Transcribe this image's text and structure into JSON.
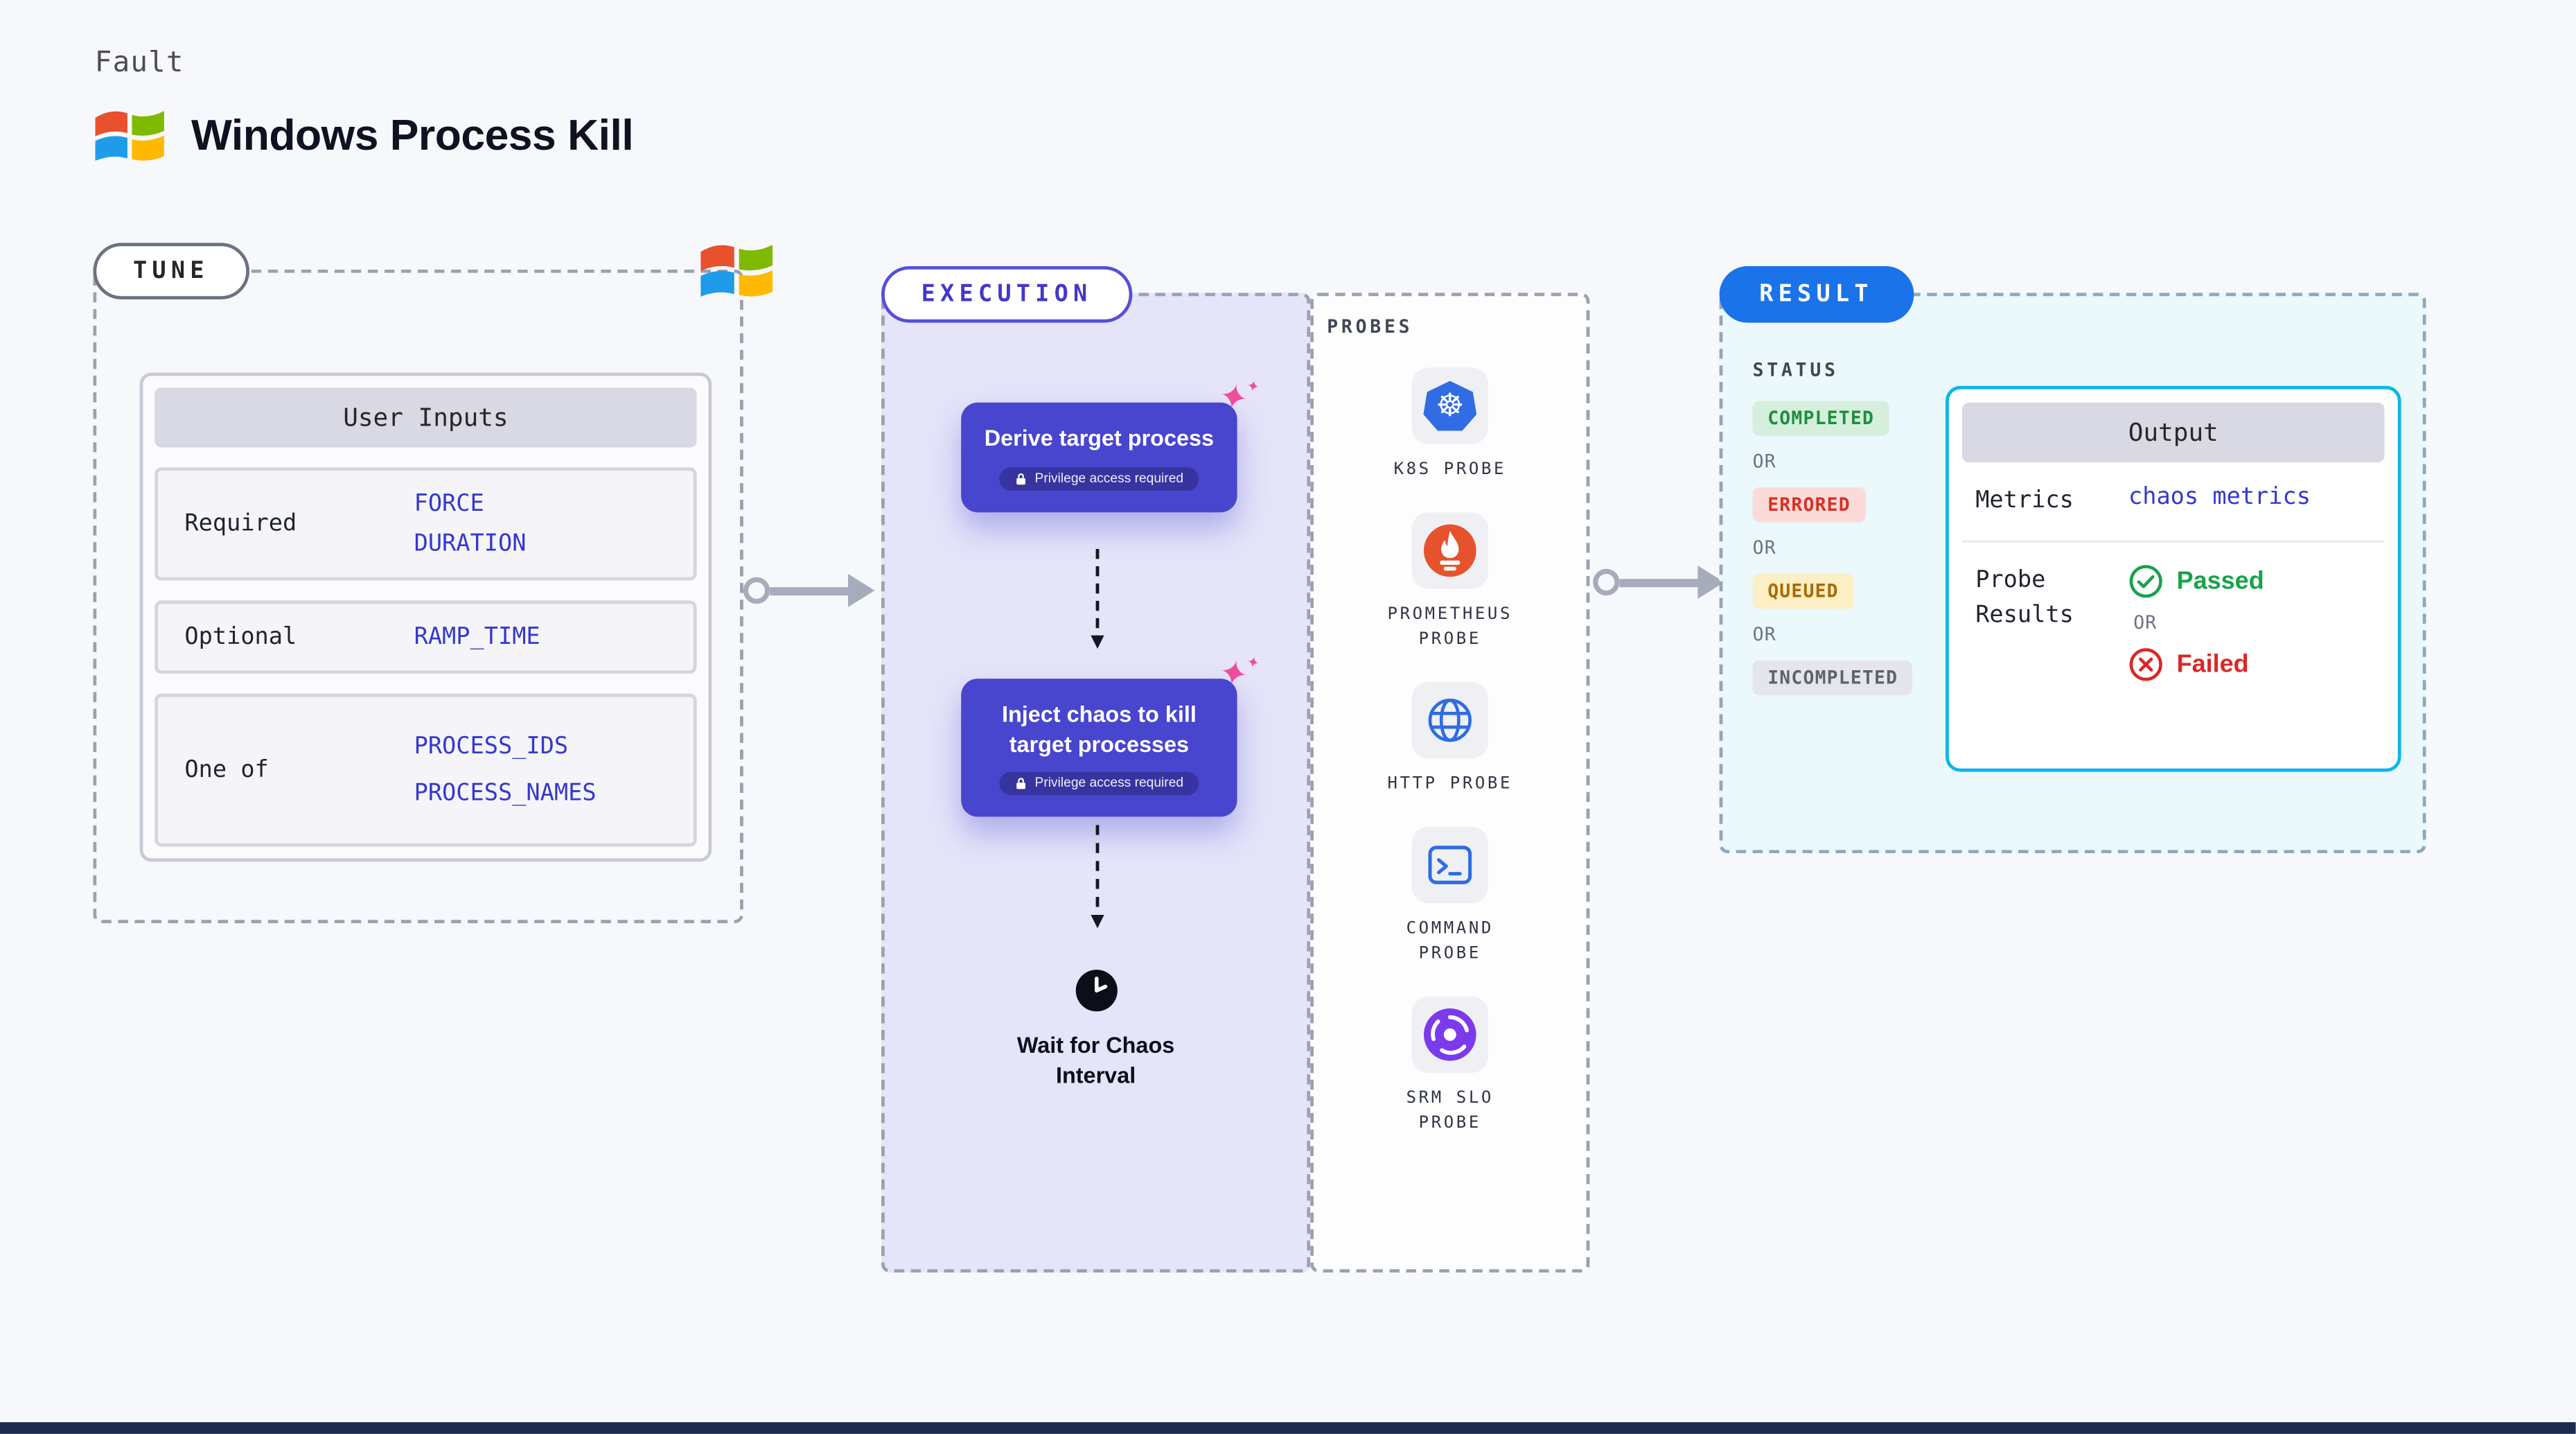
{
  "header": {
    "kicker": "Fault",
    "title": "Windows Process Kill",
    "logo": "windows-logo"
  },
  "tune": {
    "label": "TUNE",
    "user_inputs": {
      "header": "User Inputs",
      "rows": [
        {
          "label": "Required",
          "values": [
            "FORCE",
            "DURATION"
          ]
        },
        {
          "label": "Optional",
          "values": [
            "RAMP_TIME"
          ]
        },
        {
          "label": "One of",
          "values": [
            "PROCESS_IDS",
            "PROCESS_NAMES"
          ]
        }
      ]
    }
  },
  "execution": {
    "label": "EXECUTION",
    "steps": [
      {
        "title": "Derive target process",
        "badge": "Privilege access required"
      },
      {
        "title": "Inject chaos to kill target processes",
        "badge": "Privilege access required"
      }
    ],
    "wait_label": "Wait for Chaos Interval",
    "probes": {
      "label": "PROBES",
      "items": [
        {
          "name": "K8S PROBE",
          "icon": "kubernetes-icon"
        },
        {
          "name": "PROMETHEUS PROBE",
          "icon": "prometheus-icon"
        },
        {
          "name": "HTTP PROBE",
          "icon": "globe-icon"
        },
        {
          "name": "COMMAND PROBE",
          "icon": "terminal-icon"
        },
        {
          "name": "SRM SLO PROBE",
          "icon": "srm-slo-icon"
        }
      ]
    }
  },
  "result": {
    "label": "RESULT",
    "status": {
      "header": "STATUS",
      "sequence": [
        {
          "text": "COMPLETED",
          "kind": "completed",
          "bg": "#D5EFDC",
          "fg": "#1E8E3E"
        },
        {
          "text": "OR",
          "kind": "or"
        },
        {
          "text": "ERRORED",
          "kind": "errored",
          "bg": "#FADBD8",
          "fg": "#D93025"
        },
        {
          "text": "OR",
          "kind": "or"
        },
        {
          "text": "QUEUED",
          "kind": "queued",
          "bg": "#FCEEC5",
          "fg": "#A86A00"
        },
        {
          "text": "OR",
          "kind": "or"
        },
        {
          "text": "INCOMPLETED",
          "kind": "incompleted",
          "bg": "#E4E6EB",
          "fg": "#5F6368"
        }
      ]
    },
    "output": {
      "header": "Output",
      "metrics": {
        "label": "Metrics",
        "value": "chaos metrics"
      },
      "probe_results": {
        "label": "Probe Results",
        "passed": "Passed",
        "or": "OR",
        "failed": "Failed"
      }
    }
  },
  "colors": {
    "page_bg": "#F7F8FB",
    "execution_bg": "#E5E4F9",
    "result_bg": "#EBF8FC",
    "card_indigo": "#4845CE",
    "result_pill_blue": "#1A73E8",
    "output_border_cyan": "#0CB6E8",
    "value_indigo": "#3538CD",
    "passed_green": "#16A34A",
    "failed_red": "#DC2626",
    "sparkle_pink": "#EE4D9B"
  }
}
